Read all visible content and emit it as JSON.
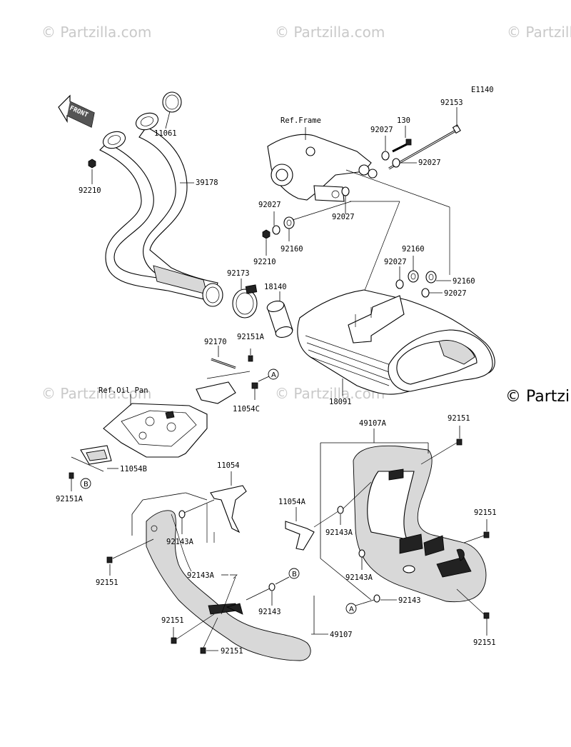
{
  "watermark": "© Partzilla.com",
  "diagram_code": "E1140",
  "front_label": "FRONT",
  "refs": {
    "frame": "Ref.Frame",
    "oil_pan": "Ref.Oil Pan"
  },
  "callouts": [
    "A",
    "B"
  ],
  "parts": {
    "p11061": "11061",
    "p92210a": "92210",
    "p39178": "39178",
    "p92153": "92153",
    "p130": "130",
    "p92027a": "92027",
    "p92027b": "92027",
    "p92027c": "92027",
    "p92027d": "92027",
    "p92027e": "92027",
    "p92027f": "92027",
    "p92210b": "92210",
    "p92160a": "92160",
    "p92160b": "92160",
    "p92160c": "92160",
    "p92173": "92173",
    "p18140": "18140",
    "p18091": "18091",
    "p92170": "92170",
    "p92151A_a": "92151A",
    "p11054C": "11054C",
    "p11054B": "11054B",
    "p92151A_b": "92151A",
    "p49107A": "49107A",
    "p92151a": "92151",
    "p92151b": "92151",
    "p92151c": "92151",
    "p92151d": "92151",
    "p92151e": "92151",
    "p92151f": "92151",
    "p11054": "11054",
    "p11054A": "11054A",
    "p92143A_a": "92143A",
    "p92143A_b": "92143A",
    "p92143A_c": "92143A",
    "p92143A_d": "92143A",
    "p92143a": "92143",
    "p92143b": "92143",
    "p49107": "49107"
  }
}
